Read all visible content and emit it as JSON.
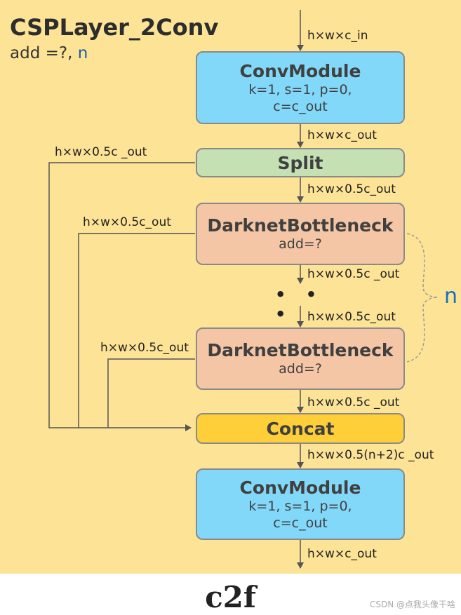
{
  "title": "CSPLayer_2Conv",
  "subtitle": {
    "prefix": "add =?, ",
    "n": "n"
  },
  "nodes": {
    "conv_top": {
      "title": "ConvModule",
      "line1": "k=1, s=1, p=0,",
      "line2": "c=c_out"
    },
    "split": {
      "title": "Split"
    },
    "bottleneck_1": {
      "title": "DarknetBottleneck",
      "sub": "add=?"
    },
    "bottleneck_2": {
      "title": "DarknetBottleneck",
      "sub": "add=?"
    },
    "concat": {
      "title": "Concat"
    },
    "conv_bottom": {
      "title": "ConvModule",
      "line1": "k=1, s=1, p=0,",
      "line2": "c=c_out"
    }
  },
  "edge_labels": {
    "input": "h×w×c_in",
    "conv_to_split": "h×w×c_out",
    "split_to_bottleneck": "h×w×0.5c_out",
    "bottleneck_out": "h×w×0.5c _out",
    "to_bottleneck_2": "h×w×0.5c_out",
    "to_concat": "h×w×0.5c _out",
    "concat_out": "h×w×0.5(n+2)c _out",
    "output": "h×w×c_out"
  },
  "side_labels": {
    "split_branch": "h×w×0.5c _out",
    "bottleneck_1_branch": "h×w×0.5c_out",
    "bottleneck_2_branch": "h×w×0.5c_out"
  },
  "repeat": {
    "dots": "• • •",
    "label": "n"
  },
  "caption": "c2f",
  "watermark": "CSDN @点我头像干啥",
  "colors": {
    "background": "#fde396",
    "conv": "#82d8f9",
    "split": "#c5e0b3",
    "bottleneck": "#f5c6a5",
    "concat": "#fecf38",
    "accent": "#1a6fb8"
  }
}
